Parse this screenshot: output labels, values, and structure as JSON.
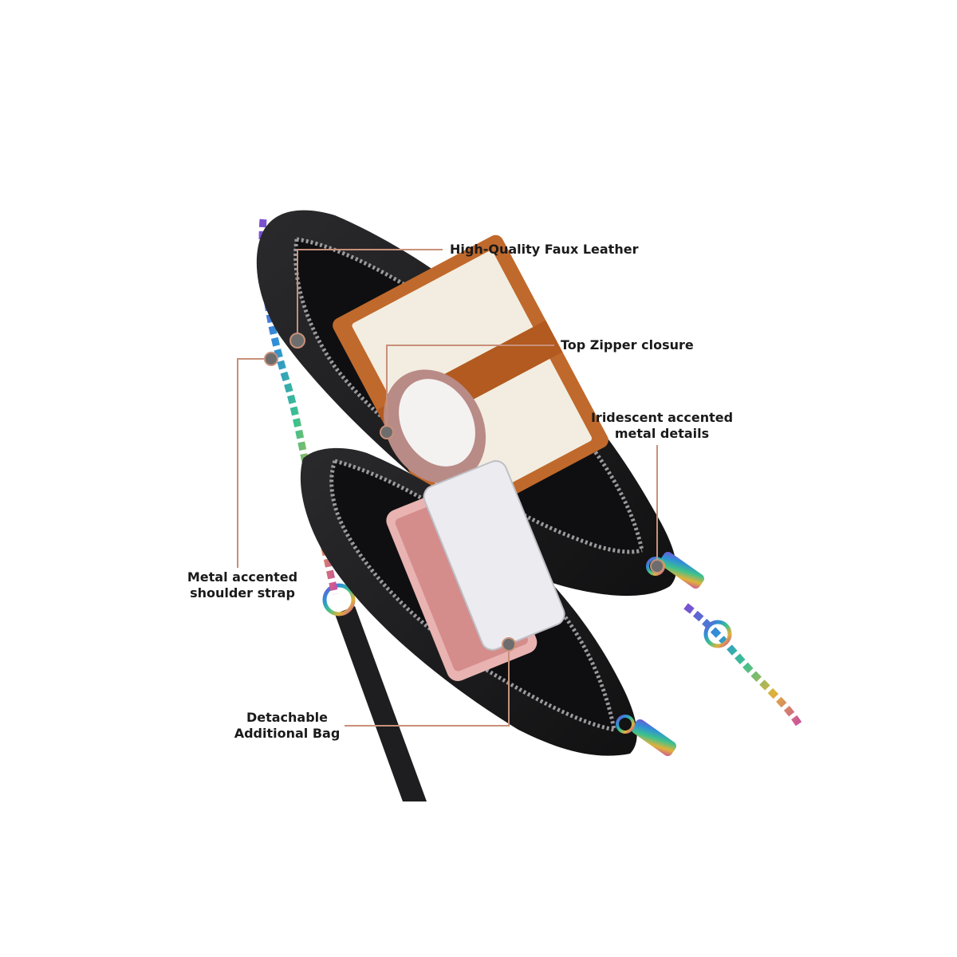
{
  "image": {
    "subject": "black faux leather shoulder bag with detachable pouch",
    "leader_color": "#c8907a",
    "leather_color": "#1b1b1d",
    "lining_color": "#111113"
  },
  "callouts": {
    "faux_leather": "High-Quality Faux Leather",
    "zipper": "Top Zipper closure",
    "iridescent": {
      "line1": "Iridescent accented",
      "line2": "metal details"
    },
    "strap": {
      "line1": "Metal accented",
      "line2": "shoulder strap"
    },
    "detachable": {
      "line1": "Detachable",
      "line2": "Additional Bag"
    }
  }
}
